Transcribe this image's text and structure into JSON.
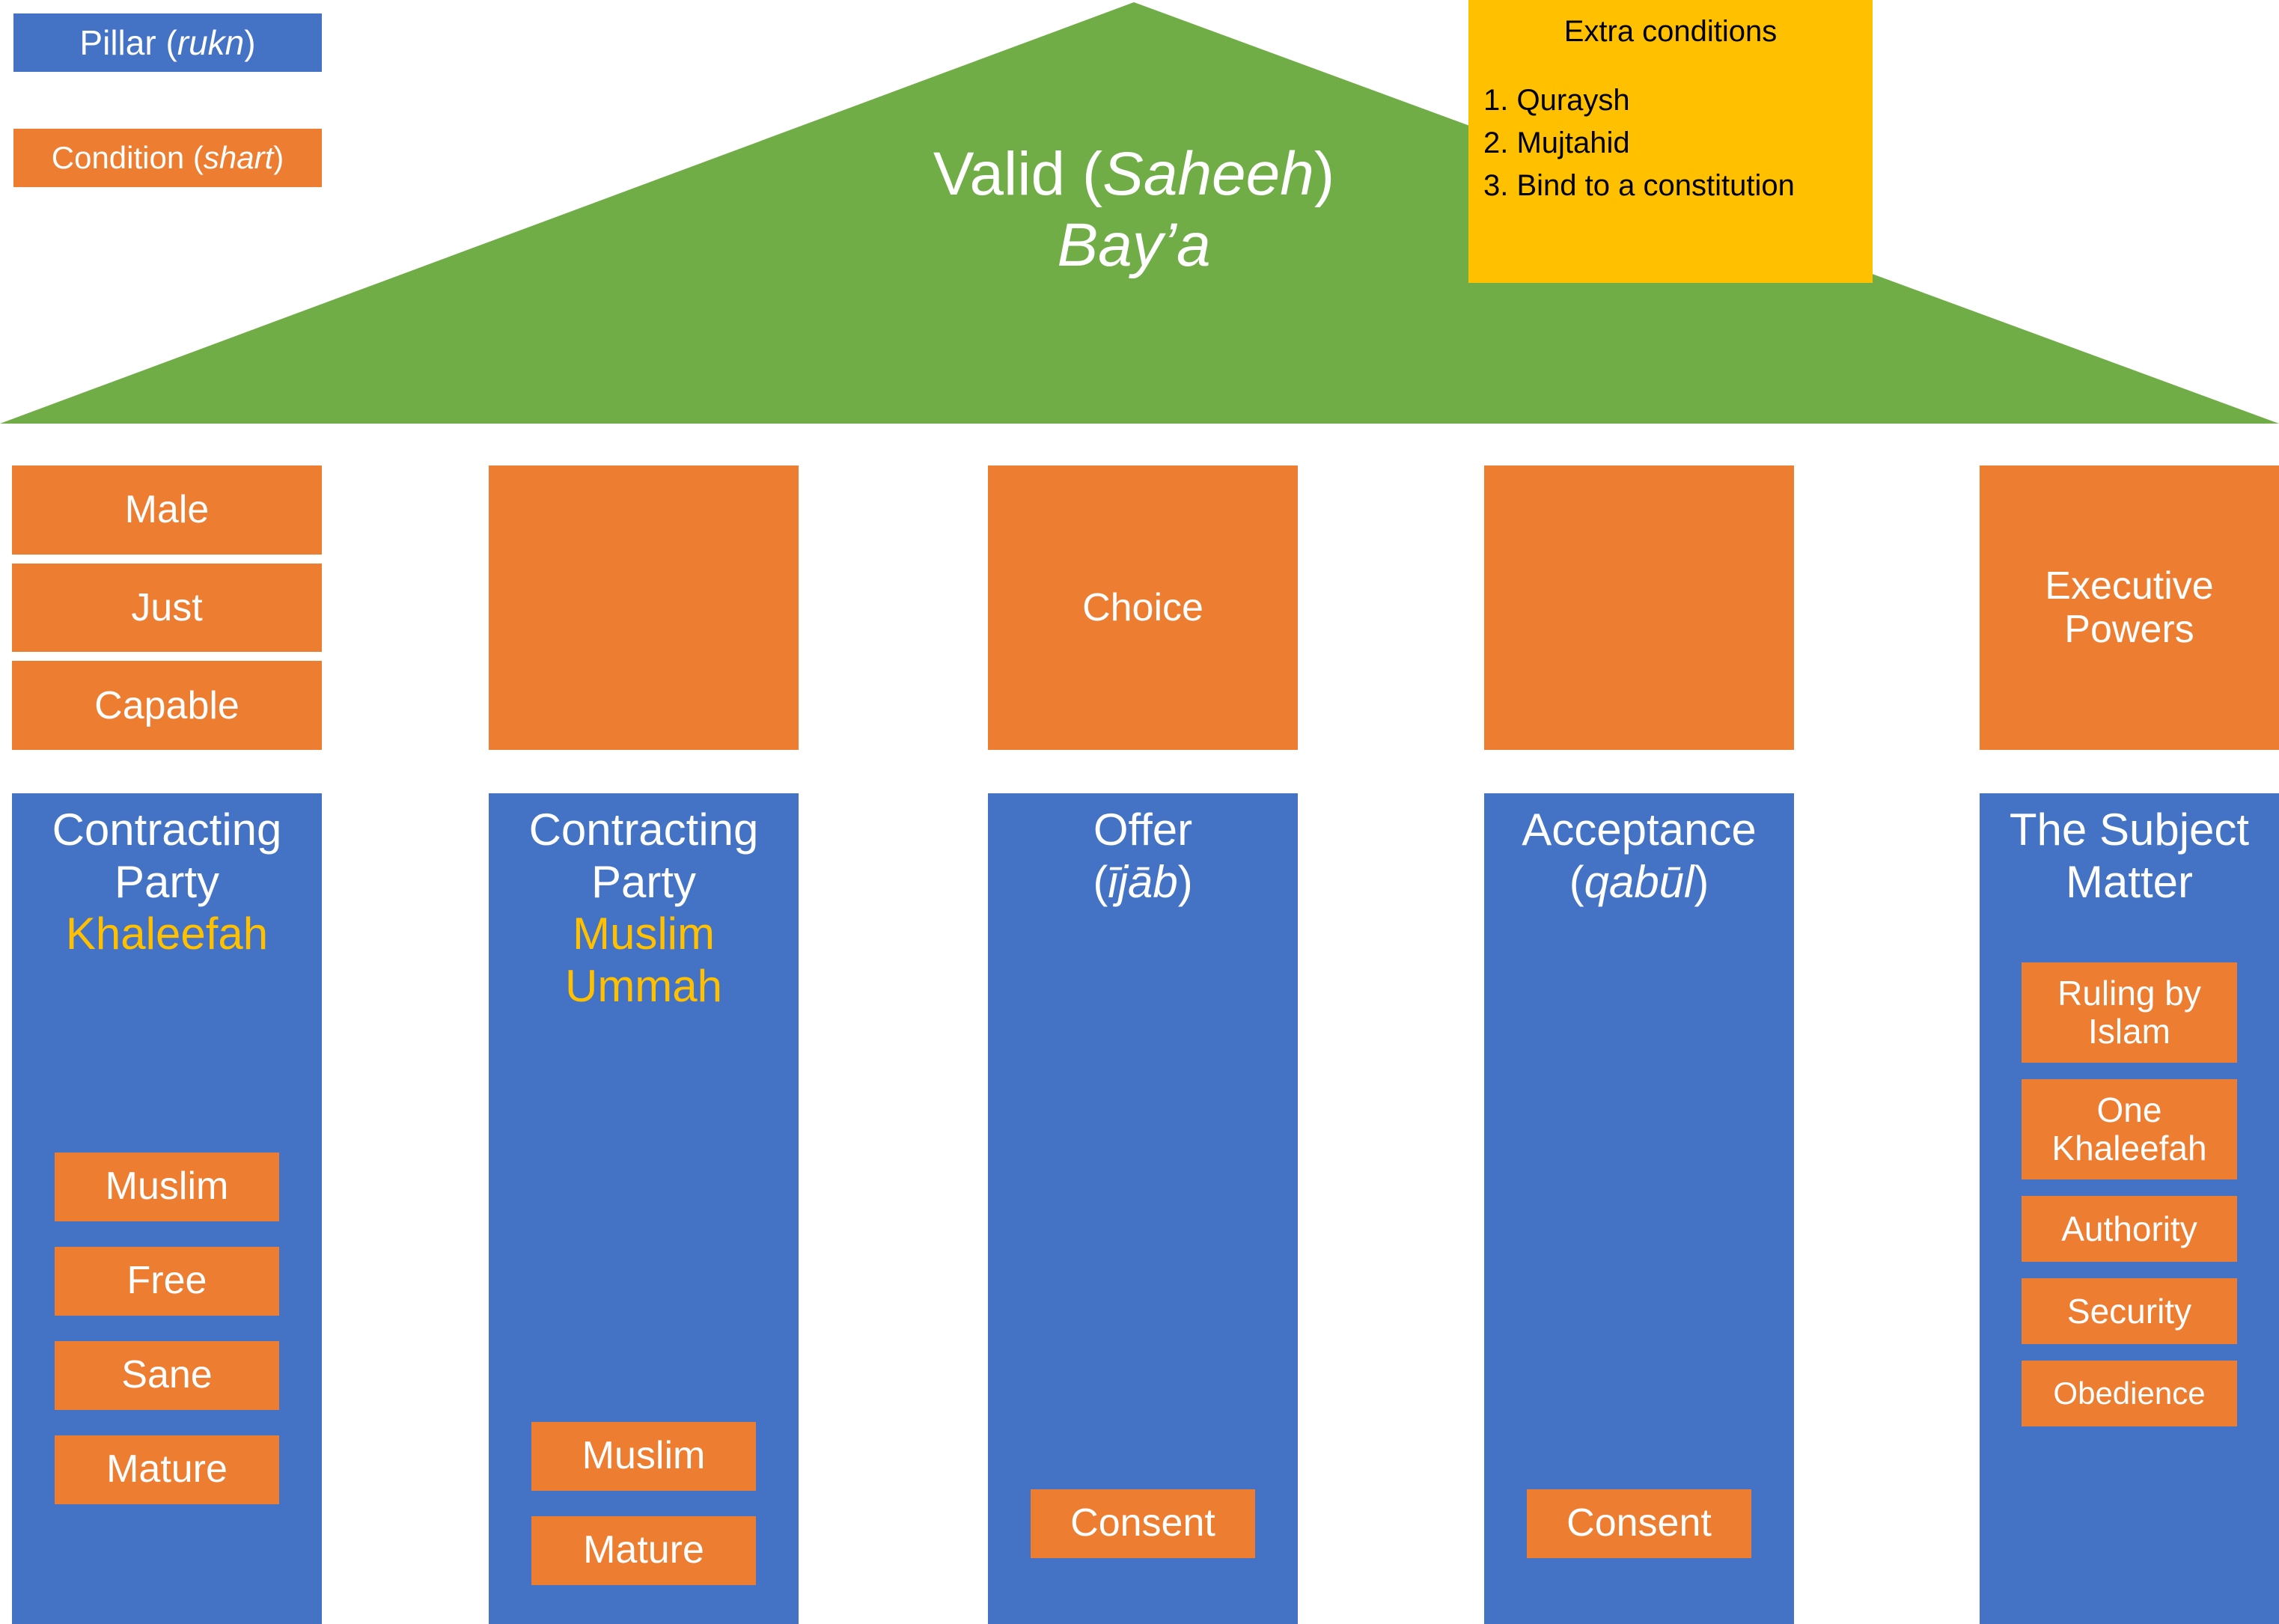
{
  "legend": {
    "pillar": {
      "label": "Pillar (",
      "term": "rukn",
      "close": ")"
    },
    "condition": {
      "label": "Condition (",
      "term": "shart",
      "close": ")"
    }
  },
  "roof": {
    "title_line1_pre": "Valid (",
    "title_line1_term": "Saheeh",
    "title_line1_post": ")",
    "title_line2": "Bay’a",
    "color": "#70AD47"
  },
  "extra_conditions": {
    "title": "Extra conditions",
    "items": [
      "1. Quraysh",
      "2. Mujtahid",
      "3. Bind to a constitution"
    ],
    "color": "#FFC000"
  },
  "colors": {
    "pillar": "#4472C4",
    "condition": "#ED7D31",
    "roof": "#70AD47",
    "note": "#FFC000",
    "accent_text": "#FFC000",
    "text": "#FFFFFF"
  },
  "columns": [
    {
      "id": "contracting-party-khaleefah",
      "conditions": [
        "Male",
        "Just",
        "Capable"
      ],
      "pillar_title": "Contracting\nParty",
      "pillar_sub": "Khaleefah",
      "pillar_sub_italic": false,
      "inner": [
        "Muslim",
        "Free",
        "Sane",
        "Mature"
      ]
    },
    {
      "id": "contracting-party-ummah",
      "conditions": [
        ""
      ],
      "pillar_title": "Contracting\nParty",
      "pillar_sub": "Muslim",
      "pillar_sub_italic_line": "Ummah",
      "inner": [
        "Muslim",
        "Mature"
      ]
    },
    {
      "id": "offer",
      "conditions": [
        "Choice"
      ],
      "pillar_title_pre": "Offer\n(",
      "pillar_title_term": "ījāb",
      "pillar_title_post": ")",
      "inner": [
        "Consent"
      ]
    },
    {
      "id": "acceptance",
      "conditions": [
        ""
      ],
      "pillar_title_pre": "Acceptance\n(",
      "pillar_title_term": "qabūl",
      "pillar_title_post": ")",
      "inner": [
        "Consent"
      ]
    },
    {
      "id": "subject-matter",
      "conditions": [
        "Executive\nPowers"
      ],
      "pillar_title": "The Subject\nMatter",
      "inner": [
        "Ruling by\nIslam",
        "One\nKhaleefah",
        "Authority",
        "Security",
        "Obedience"
      ]
    }
  ]
}
